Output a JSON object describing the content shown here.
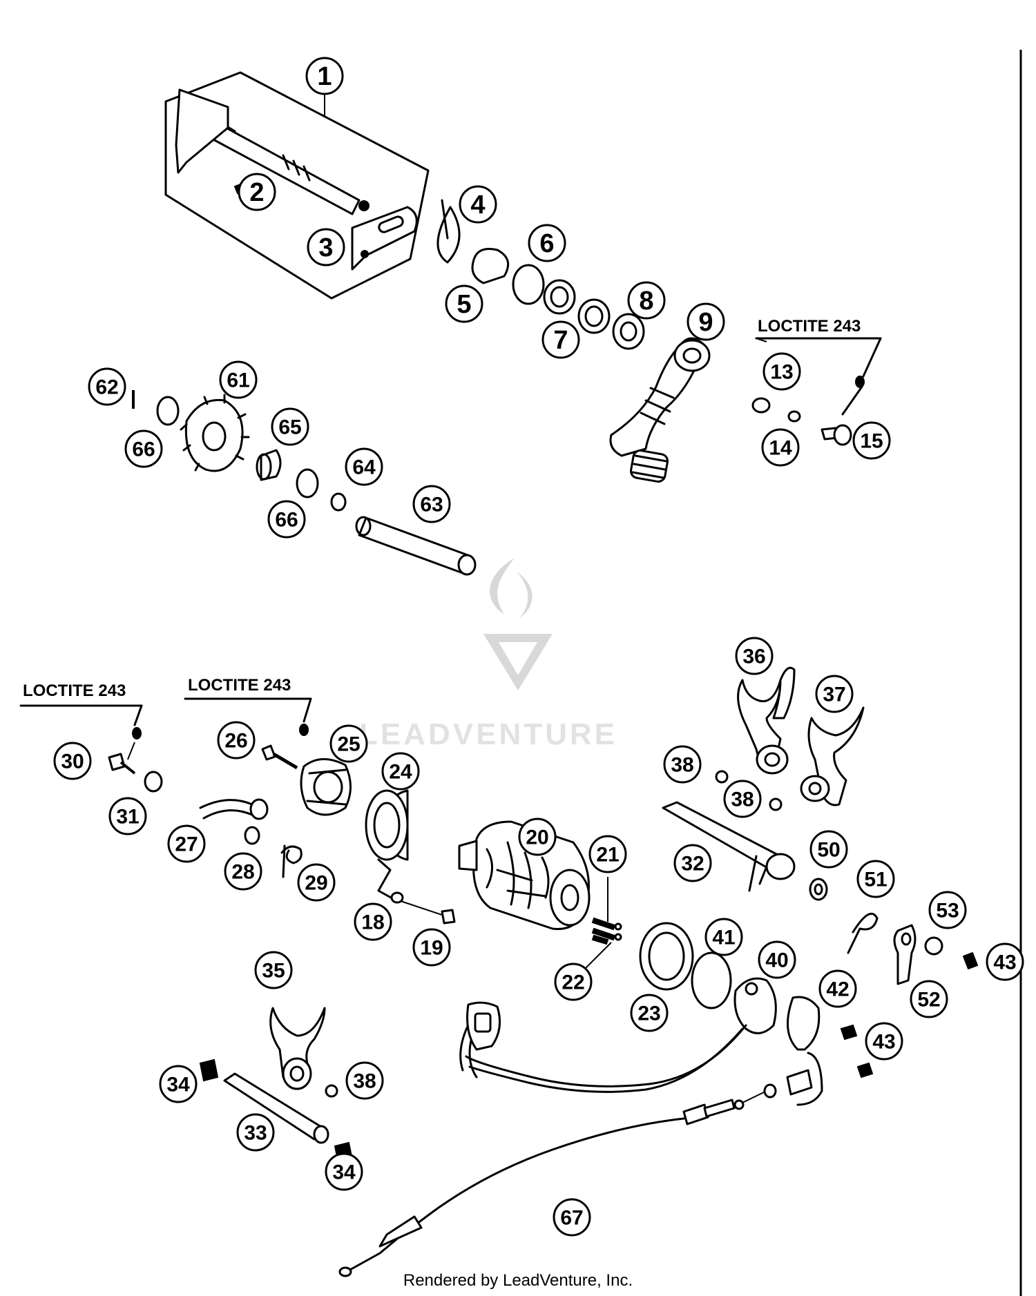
{
  "diagram": {
    "callouts": [
      "1",
      "2",
      "3",
      "4",
      "5",
      "6",
      "7",
      "8",
      "9",
      "13",
      "14",
      "15",
      "61",
      "62",
      "63",
      "64",
      "65",
      "66",
      "66",
      "20",
      "21",
      "22",
      "23",
      "24",
      "25",
      "26",
      "27",
      "28",
      "29",
      "30",
      "31",
      "18",
      "19",
      "32",
      "33",
      "34",
      "34",
      "35",
      "36",
      "37",
      "38",
      "38",
      "38",
      "40",
      "41",
      "42",
      "43",
      "43",
      "50",
      "51",
      "52",
      "53",
      "67"
    ],
    "notes": [
      "LOCTITE 243",
      "LOCTITE 243",
      "LOCTITE 243"
    ],
    "watermark": "LEADVENTURE",
    "footer": "Rendered by LeadVenture, Inc."
  }
}
